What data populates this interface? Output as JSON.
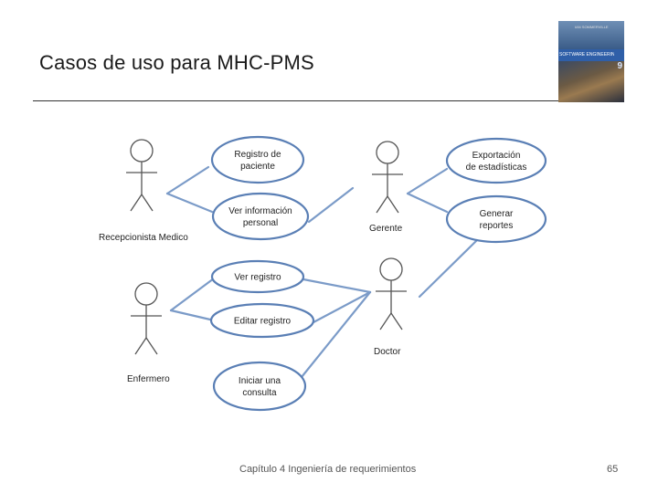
{
  "slide": {
    "title": "Casos de uso para MHC-PMS",
    "footer": "Capítulo 4 Ingeniería de requerimientos",
    "page_number": "65"
  },
  "book_cover": {
    "title": "SOFTWARE ENGINEERING",
    "edition": "9",
    "author": "IAN SOMMERVILLE"
  },
  "diagram": {
    "actors": [
      {
        "id": "recepcionista",
        "label": "Recepcionista Medico"
      },
      {
        "id": "gerente",
        "label": "Gerente"
      },
      {
        "id": "enfermero",
        "label": "Enfermero"
      },
      {
        "id": "doctor",
        "label": "Doctor"
      }
    ],
    "use_cases": [
      {
        "id": "registro",
        "lines": [
          "Registro de",
          "paciente"
        ]
      },
      {
        "id": "ver_info",
        "lines": [
          "Ver información",
          "personal"
        ]
      },
      {
        "id": "exportacion",
        "lines": [
          "Exportación",
          "de estadísticas"
        ]
      },
      {
        "id": "reportes",
        "lines": [
          "Generar",
          "reportes"
        ]
      },
      {
        "id": "ver_registro",
        "lines": [
          "Ver registro"
        ]
      },
      {
        "id": "editar",
        "lines": [
          "Editar registro"
        ]
      },
      {
        "id": "consulta",
        "lines": [
          "Iniciar una",
          "consulta"
        ]
      }
    ],
    "associations": [
      [
        "recepcionista",
        "registro"
      ],
      [
        "recepcionista",
        "ver_info"
      ],
      [
        "gerente",
        "ver_info"
      ],
      [
        "gerente",
        "exportacion"
      ],
      [
        "gerente",
        "reportes"
      ],
      [
        "enfermero",
        "ver_registro"
      ],
      [
        "enfermero",
        "editar"
      ],
      [
        "doctor",
        "ver_registro"
      ],
      [
        "doctor",
        "editar"
      ],
      [
        "doctor",
        "consulta"
      ],
      [
        "doctor",
        "reportes"
      ]
    ],
    "colors": {
      "ellipse_stroke": "#5a7fb5",
      "ellipse_fill": "#ffffff",
      "line": "#7b9bc8",
      "actor_stroke": "#555555"
    }
  }
}
